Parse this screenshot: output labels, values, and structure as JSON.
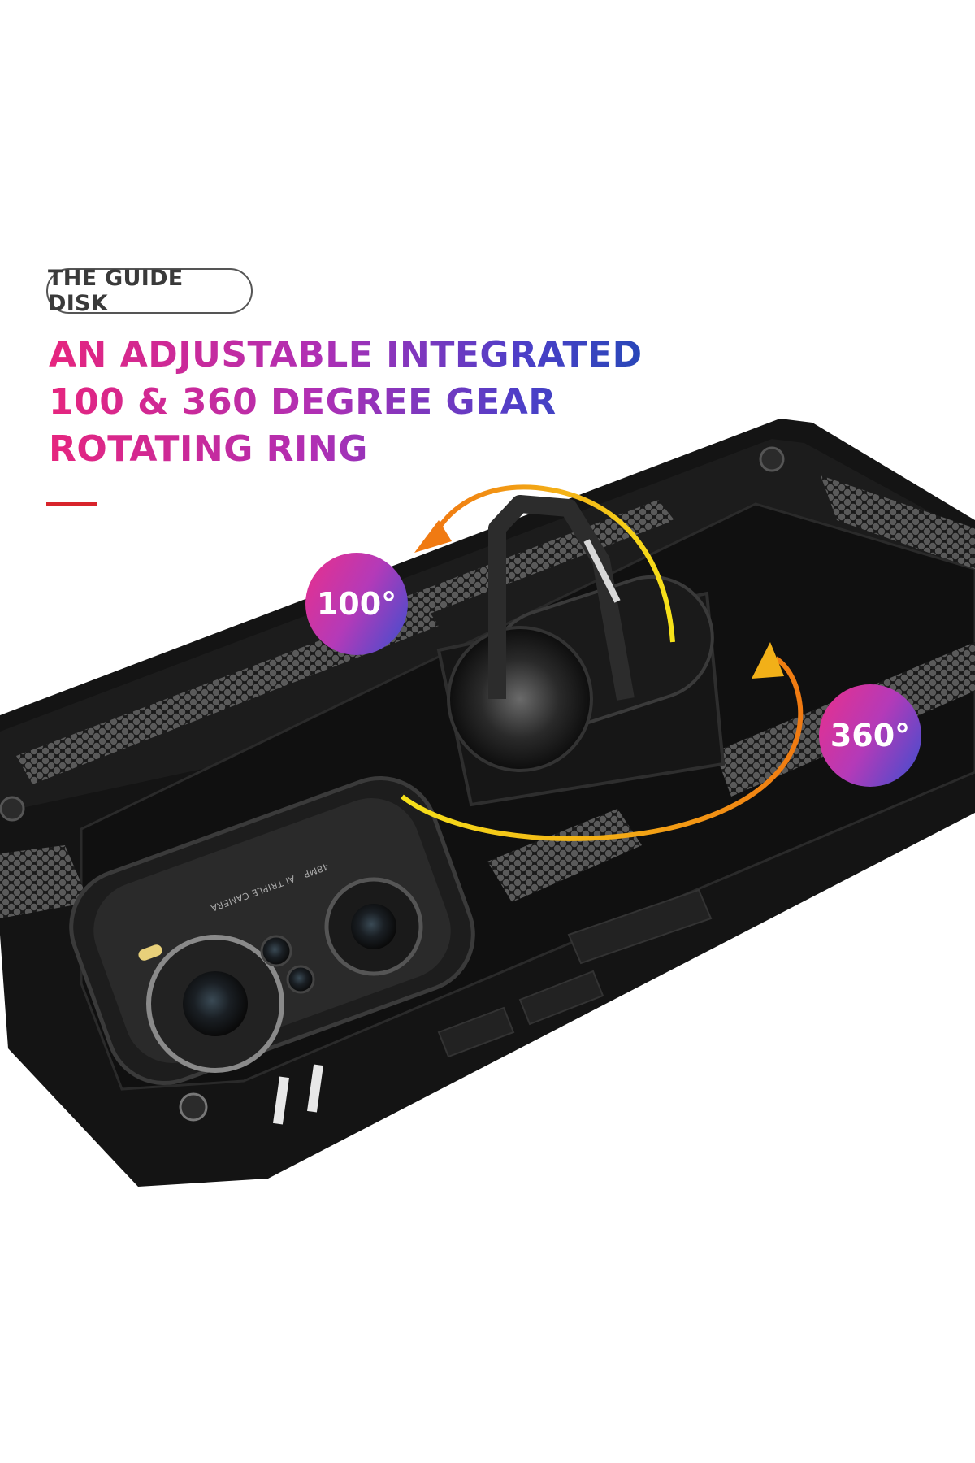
{
  "label_pill": "THE GUIDE DISK",
  "headline": [
    "AN ADJUSTABLE INTEGRATED",
    "100 & 360 DEGREE GEAR",
    "ROTATING RING"
  ],
  "badges": {
    "rotate_100": "100°",
    "rotate_360": "360°"
  },
  "camera_module_text": [
    "48MP",
    "AI TRIPLE CAMERA"
  ],
  "colors": {
    "headline_gradient_start": "#e6257e",
    "headline_gradient_end": "#2847b8",
    "accent_line": "#d8242b",
    "arrow_yellow": "#f2c21e",
    "arrow_orange": "#f07a12",
    "case_black": "#141414"
  }
}
